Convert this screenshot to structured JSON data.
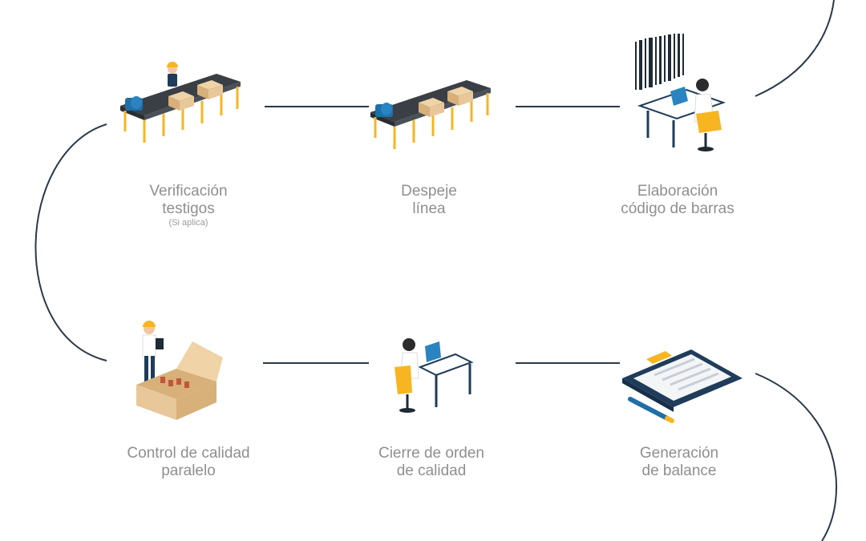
{
  "theme": {
    "connector": "#2b3848",
    "label": "#8f8f8f",
    "accent_yellow": "#f7b521",
    "box": "#e8c79a",
    "dark_blue": "#1f3c5a",
    "belt": "#3a3f46"
  },
  "steps": [
    {
      "id": "verificacion",
      "lines": [
        "Verificación",
        "testigos"
      ],
      "note": "(Si aplica)",
      "icon": "conveyor-worker-icon"
    },
    {
      "id": "despeje",
      "lines": [
        "Despeje",
        "línea"
      ],
      "note": "",
      "icon": "conveyor-icon"
    },
    {
      "id": "elaboracion",
      "lines": [
        "Elaboración",
        "código de barras"
      ],
      "note": "",
      "icon": "barcode-desk-icon"
    },
    {
      "id": "control",
      "lines": [
        "Control de calidad",
        "paralelo"
      ],
      "note": "",
      "icon": "inspector-box-icon"
    },
    {
      "id": "cierre",
      "lines": [
        "Cierre de orden",
        "de calidad"
      ],
      "note": "",
      "icon": "desk-worker-icon"
    },
    {
      "id": "generacion",
      "lines": [
        "Generación",
        "de balance"
      ],
      "note": "",
      "icon": "clipboard-icon"
    }
  ]
}
